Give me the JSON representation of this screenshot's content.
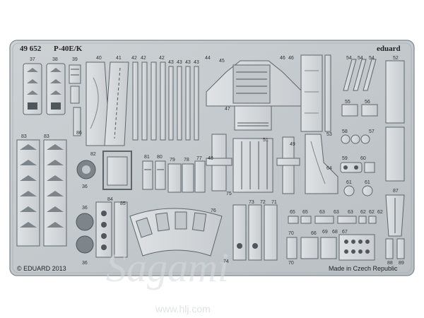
{
  "header": {
    "catalog_no": "49 652",
    "model": "P-40E/K",
    "brand": "eduard"
  },
  "footer": {
    "copyright": "© EDUARD 2013",
    "origin": "Made in Czech Republic"
  },
  "watermark": {
    "logo_text": "Sagami",
    "url": "www.hlj.com"
  },
  "part_numbers": [
    "37",
    "38",
    "39",
    "40",
    "41",
    "42",
    "42",
    "42",
    "43",
    "43",
    "43",
    "43",
    "44",
    "45",
    "46",
    "46",
    "47",
    "52",
    "53",
    "54",
    "54",
    "54",
    "55",
    "56",
    "57",
    "58",
    "59",
    "60",
    "61",
    "61",
    "62",
    "62",
    "62",
    "63",
    "63",
    "64",
    "65",
    "65",
    "66",
    "67",
    "68",
    "69",
    "70",
    "71",
    "72",
    "73",
    "74",
    "75",
    "76",
    "77",
    "78",
    "79",
    "80",
    "81",
    "82",
    "83",
    "83",
    "84",
    "85",
    "86",
    "87",
    "88",
    "89",
    "36",
    "36",
    "36",
    "48",
    "49",
    "51",
    "63",
    "70"
  ],
  "colors": {
    "fret": "#c4c9cd",
    "fret_edge": "#8e959b",
    "part": "#d3d7da",
    "part_edge": "#5e666c",
    "etch_dark": "#7d858b",
    "etch_deep": "#4f575d"
  }
}
